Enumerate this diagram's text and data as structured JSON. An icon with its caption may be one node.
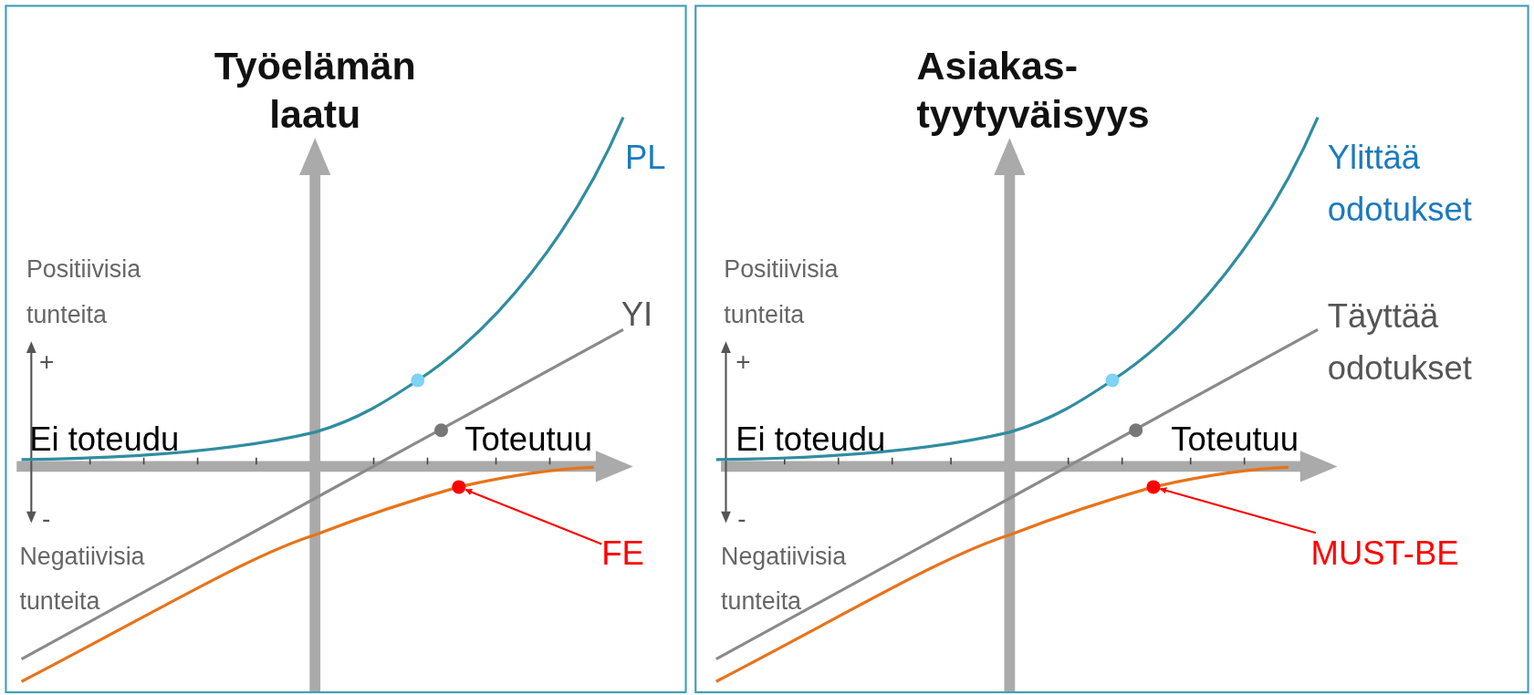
{
  "diagram": {
    "nodes": [
      {
        "text": [
          "Työelämän laatu"
        ]
      },
      {
        "text": [
          "FE"
        ],
        "in": 0
      },
      {
        "text": [],
        "shape": "circle",
        "in": 0
      },
      {
        "text": [
          "Asiakas- tyytyväisyys"
        ]
      },
      {
        "text": [
          "MUST-BE"
        ],
        "in": 3
      },
      {
        "text": [],
        "shape": "circle",
        "in": 3
      }
    ],
    "edges": [
      {
        "from": 1,
        "to": 2,
        "arrow": "to"
      },
      {
        "from": 4,
        "to": 5,
        "arrow": "to"
      }
    ],
    "labels": [
      "PL",
      "Positiivisia tunteita",
      "YI",
      "+",
      "Ei toteudu",
      "Toteutuu",
      "-",
      "Negatiivisia tunteita",
      "Ylittää odotukset",
      "Positiivisia tunteita",
      "Täyttää odotukset",
      "+",
      "Ei toteudu",
      "Toteutuu",
      "-",
      "Negatiivisia tunteita"
    ]
  }
}
